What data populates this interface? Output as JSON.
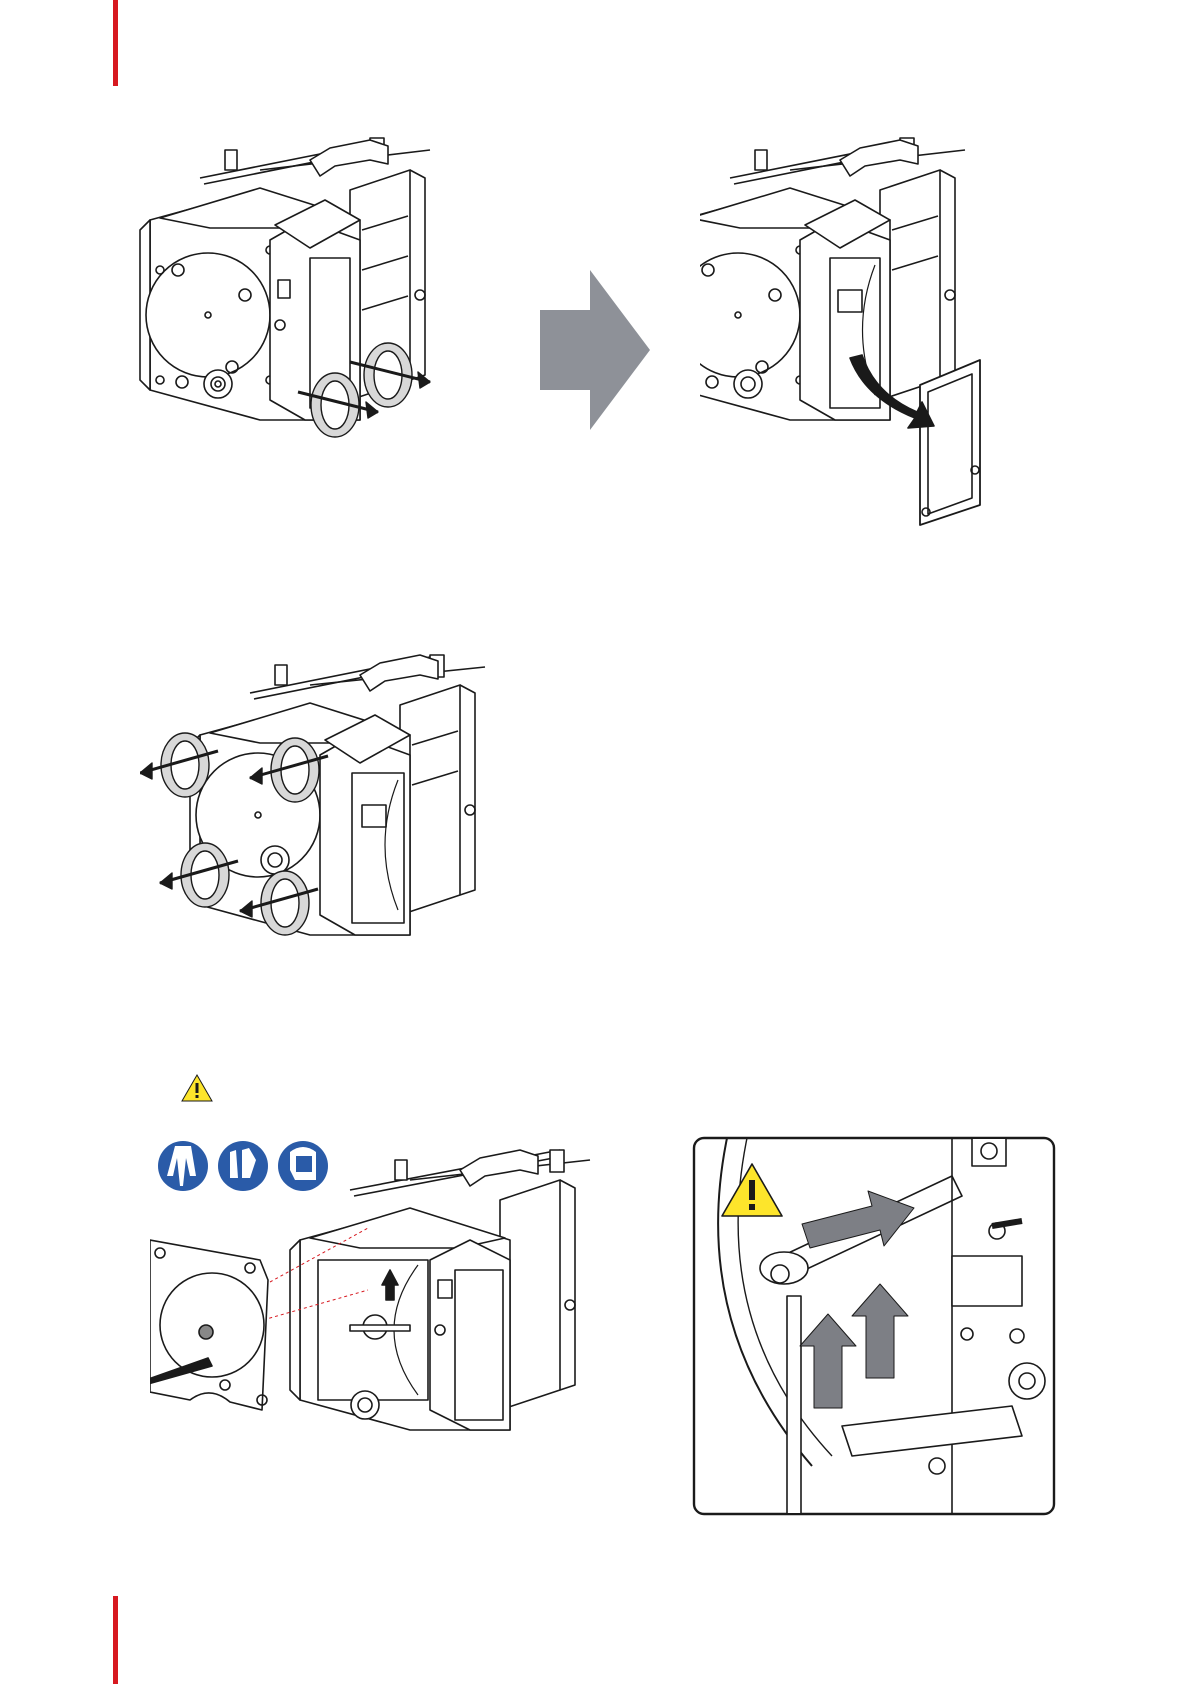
{
  "page": {
    "accent_color": "#d71920",
    "line_color": "#1a1a1a",
    "arrow_grey": "#8e9198",
    "warning_yellow": "#fde52b"
  },
  "figures": [
    {
      "step": "loosen-side-cover-screws",
      "icons": [
        "rotate-counterclockwise-icon",
        "rotate-counterclockwise-icon"
      ]
    },
    {
      "step": "transition",
      "icons": [
        "grey-right-arrow-icon"
      ]
    },
    {
      "step": "remove-side-cover",
      "icons": [
        "curved-removal-arrow-icon"
      ]
    },
    {
      "step": "loosen-front-plate-screws",
      "icons": [
        "rotate-counterclockwise-icon",
        "rotate-counterclockwise-icon",
        "rotate-counterclockwise-icon",
        "rotate-counterclockwise-icon"
      ]
    },
    {
      "step": "remove-front-plate",
      "icons": [
        "warning-icon",
        "protective-clothing-icon",
        "protective-gloves-icon",
        "face-shield-icon",
        "pull-out-arrow-icon",
        "up-arrow-icon"
      ]
    },
    {
      "step": "detail-lift-lamp",
      "icons": [
        "warning-icon",
        "up-arrow-icon",
        "up-arrow-icon",
        "diagonal-arrow-icon"
      ]
    }
  ]
}
